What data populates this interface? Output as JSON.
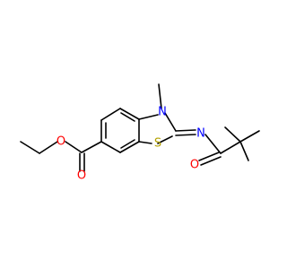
{
  "colors": {
    "bond": "#000000",
    "oxygen": "#ff0000",
    "nitrogen": "#0000ff",
    "sulfur": "#b3a100",
    "background": "#ffffff"
  },
  "atoms": {
    "o_ester": "O",
    "o_carbonyl_ester": "O",
    "s_ring": "S",
    "n_ring": "N",
    "n_imine": "N",
    "o_amide": "O"
  }
}
